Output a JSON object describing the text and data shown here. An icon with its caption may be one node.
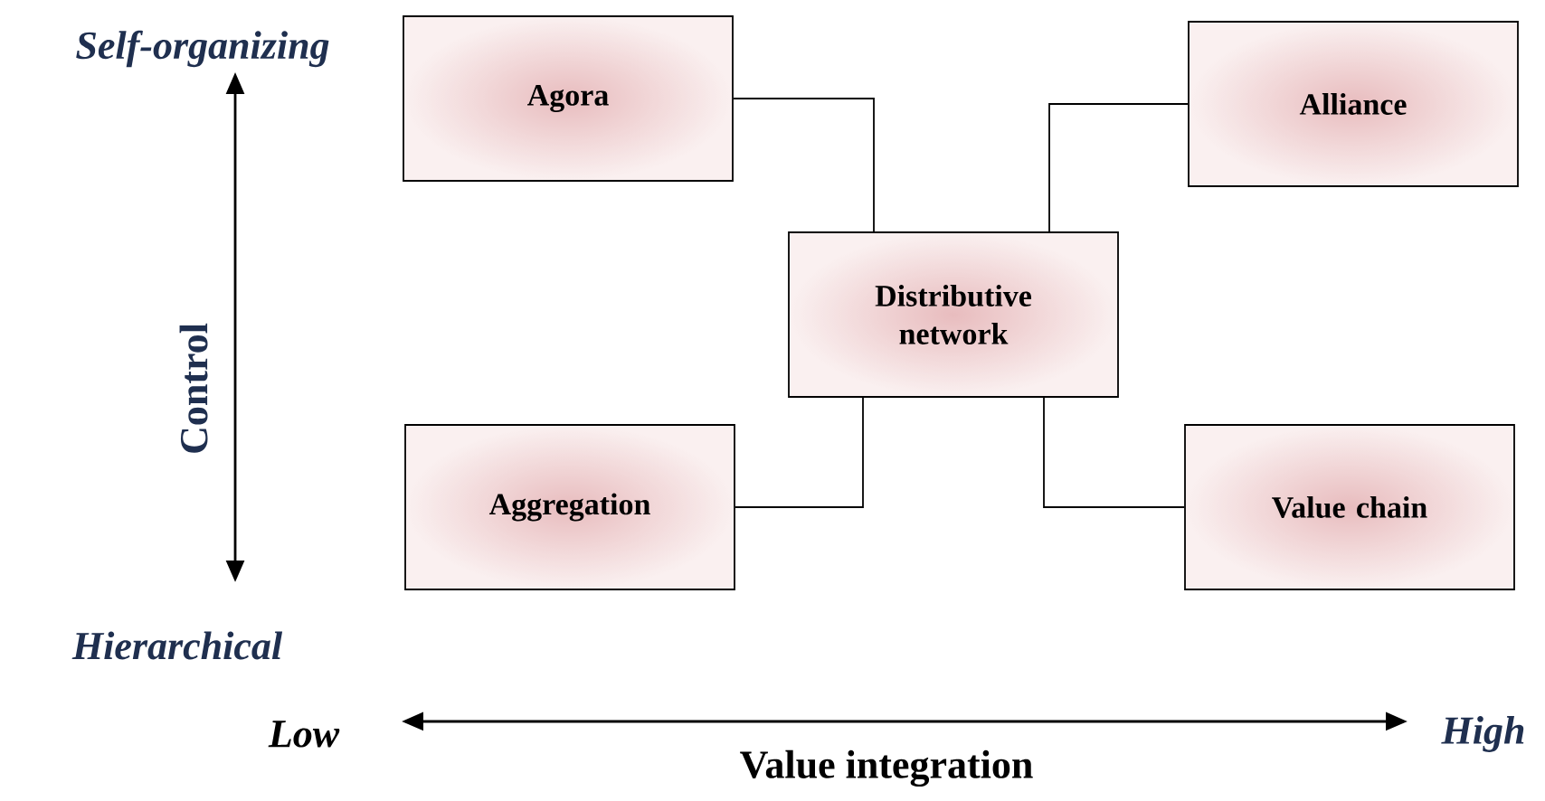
{
  "diagram": {
    "nodes": [
      {
        "text": [
          "Agora"
        ]
      },
      {
        "text": [
          "Alliance"
        ]
      },
      {
        "text": [
          "Distributive network"
        ]
      },
      {
        "text": [
          "Aggregation"
        ]
      },
      {
        "text": [
          "Value chain"
        ]
      }
    ],
    "edges": [
      {
        "from": 0,
        "to": 2,
        "arrow": "none"
      },
      {
        "from": 1,
        "to": 2,
        "arrow": "none"
      },
      {
        "from": 2,
        "to": 3,
        "arrow": "none"
      },
      {
        "from": 2,
        "to": 4,
        "arrow": "none"
      }
    ],
    "labels": [
      "Self-organizing",
      "Control",
      "Hierarchical",
      "Low",
      "High",
      "Value integration"
    ]
  }
}
